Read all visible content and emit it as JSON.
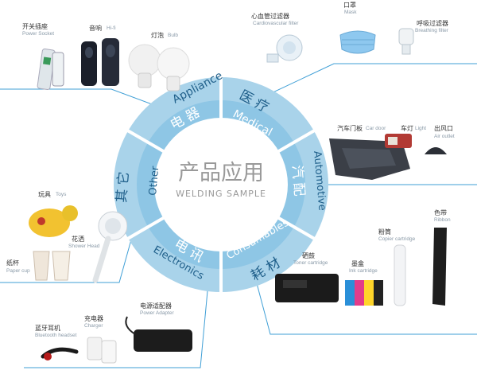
{
  "center": {
    "title": "产品应用",
    "subtitle": "WELDING SAMPLE"
  },
  "segments": [
    {
      "cn": "电器",
      "en": "Appliance"
    },
    {
      "cn": "医疗",
      "en": "Medical"
    },
    {
      "cn": "汽配",
      "en": "Automotive"
    },
    {
      "cn": "耗材",
      "en": "Consumables"
    },
    {
      "cn": "电讯",
      "en": "Electronics"
    },
    {
      "cn": "其它",
      "en": "Other"
    }
  ],
  "products": {
    "power_socket": {
      "cn": "开关插座",
      "en": "Power Socket"
    },
    "hifi": {
      "cn": "音响",
      "en": "Hi-fi"
    },
    "bulb": {
      "cn": "灯泡",
      "en": "Bulb"
    },
    "cardio_filter": {
      "cn": "心血管过滤器",
      "en": "Cardiovascular filter"
    },
    "mask": {
      "cn": "口罩",
      "en": "Mask"
    },
    "breathing_filter": {
      "cn": "呼吸过滤器",
      "en": "Breathing filter"
    },
    "car_door": {
      "cn": "汽车门板",
      "en": "Car door"
    },
    "light": {
      "cn": "车灯",
      "en": "Light"
    },
    "air_outlet": {
      "cn": "出风口",
      "en": "Air outlet"
    },
    "ribbon": {
      "cn": "色带",
      "en": "Ribbon"
    },
    "copier_cartridge": {
      "cn": "粉筒",
      "en": "Copier cartridge"
    },
    "toner_cartridge": {
      "cn": "硒鼓",
      "en": "Toner cartridge"
    },
    "ink_cartridge": {
      "cn": "墨盒",
      "en": "Ink cartridge"
    },
    "toys": {
      "cn": "玩具",
      "en": "Toys"
    },
    "shower_head": {
      "cn": "花洒",
      "en": "Shower Head"
    },
    "paper_cup": {
      "cn": "纸杯",
      "en": "Paper cup"
    },
    "power_adapter": {
      "cn": "电源适配器",
      "en": "Power Adapter"
    },
    "charger": {
      "cn": "充电器",
      "en": "Charger"
    },
    "bluetooth_headset": {
      "cn": "蓝牙耳机",
      "en": "Bluetooth headset"
    }
  },
  "colors": {
    "ring": "#a9d3ea",
    "ring_dark": "#1a98d5",
    "line": "#3f9fd6",
    "center_text": "#999999"
  }
}
